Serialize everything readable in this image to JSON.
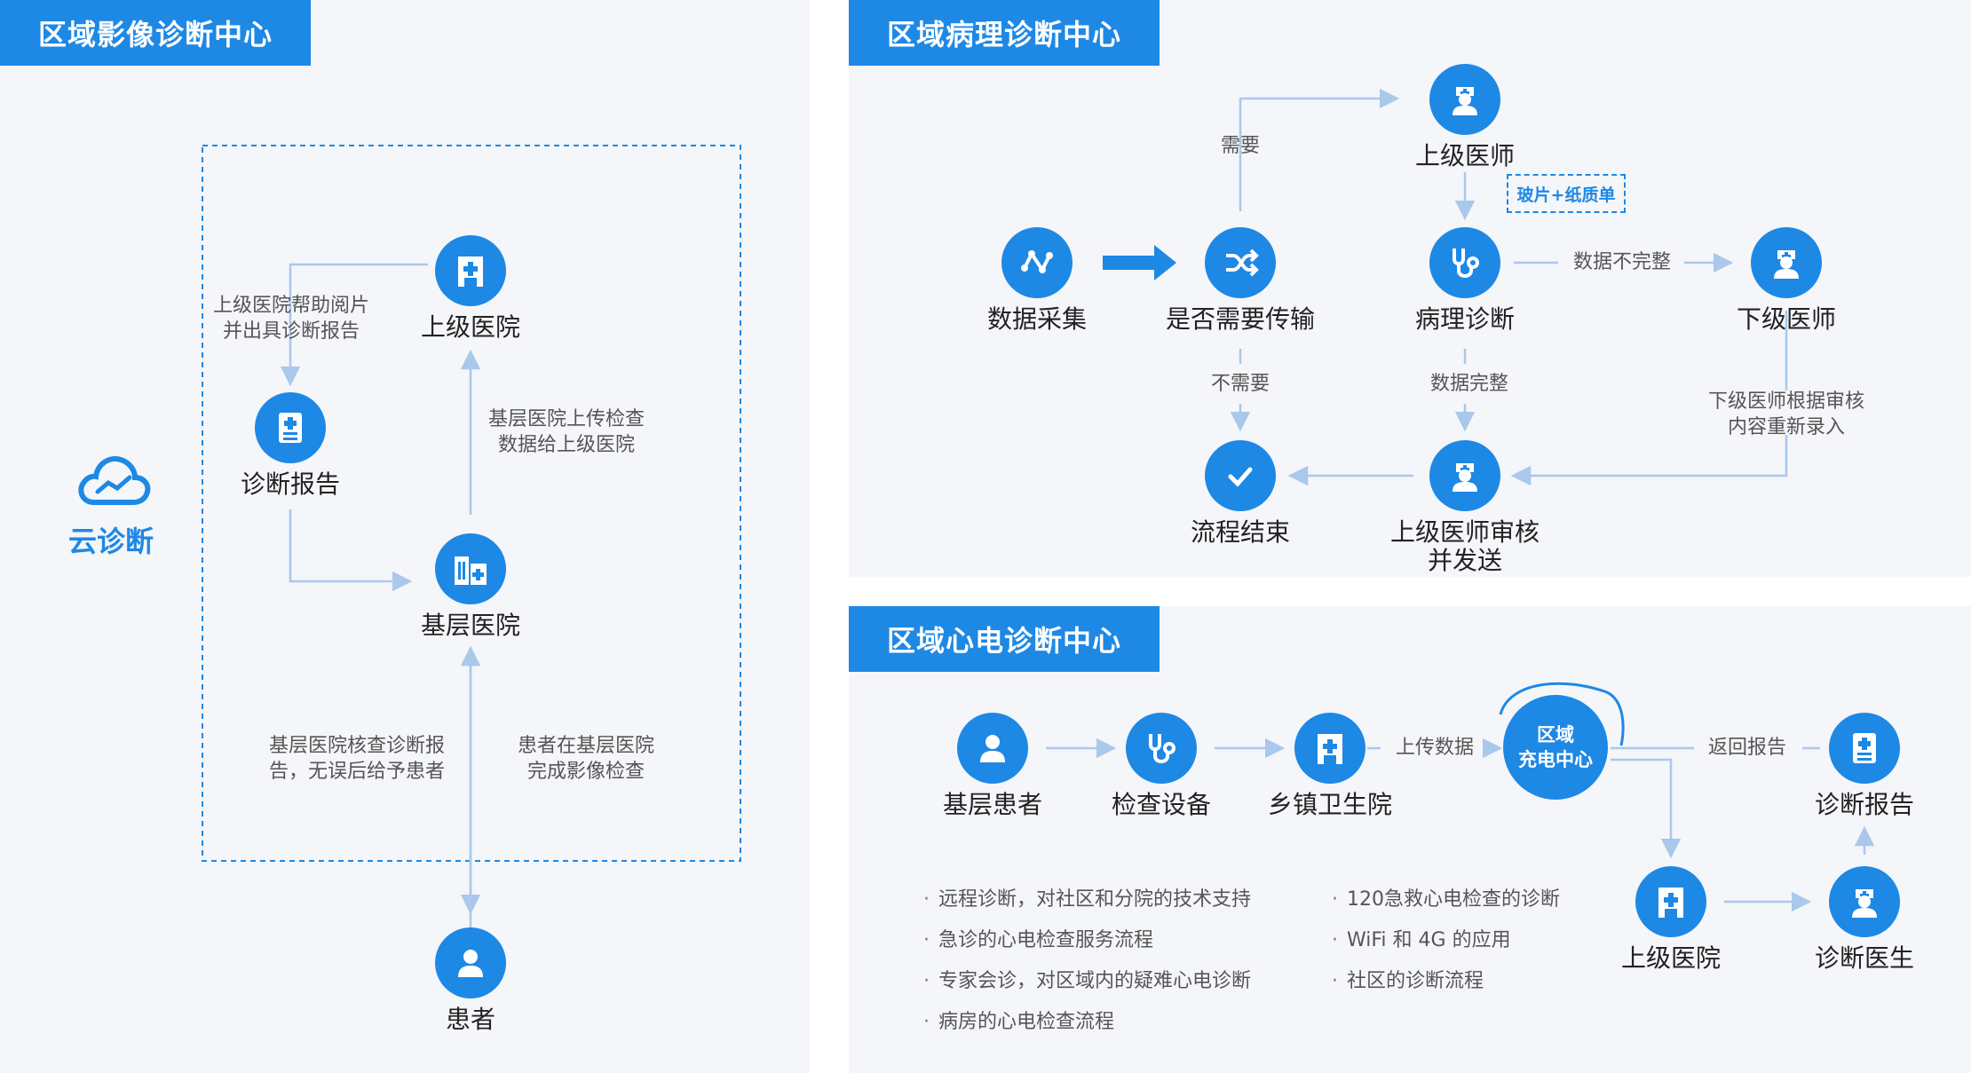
{
  "imaging": {
    "title": "区域影像诊断中心",
    "cloud_label": "云诊断",
    "nodes": {
      "upper_hospital": "上级医院",
      "diagnosis_report": "诊断报告",
      "base_hospital": "基层医院",
      "patient": "患者"
    },
    "notes": {
      "upper_help": "上级医院帮助阅片\n并出具诊断报告",
      "base_upload": "基层医院上传检查\n数据给上级医院",
      "base_check": "基层医院核查诊断报\n告，无误后给予患者",
      "patient_exam": "患者在基层医院\n完成影像检查"
    }
  },
  "pathology": {
    "title": "区域病理诊断中心",
    "nodes": {
      "data_collect": "数据采集",
      "need_transfer": "是否需要传输",
      "upper_doctor": "上级医师",
      "path_diag": "病理诊断",
      "lower_doctor": "下级医师",
      "process_end": "流程结束",
      "upper_review": "上级医师审核\n并发送"
    },
    "edges": {
      "need": "需要",
      "no_need": "不需要",
      "data_incomplete": "数据不完整",
      "data_complete": "数据完整",
      "lower_reenter": "下级医师根据审核\n内容重新录入"
    },
    "badge": "玻片+纸质单"
  },
  "ecg": {
    "title": "区域心电诊断中心",
    "nodes": {
      "base_patient": "基层患者",
      "check_device": "检查设备",
      "town_clinic": "乡镇卫生院",
      "diag_report": "诊断报告",
      "upper_hospital": "上级医院",
      "diag_doctor": "诊断医生"
    },
    "hub": {
      "line1": "区域",
      "line2": "充电中心"
    },
    "edges": {
      "upload": "上传数据",
      "return": "返回报告"
    },
    "bullets_left": [
      "远程诊断，对社区和分院的技术支持",
      "急诊的心电检查服务流程",
      "专家会诊，对区域内的疑难心电诊断",
      "病房的心电检查流程"
    ],
    "bullets_right": [
      "120急救心电检查的诊断",
      "WiFi 和 4G 的应用",
      "社区的诊断流程"
    ]
  },
  "colors": {
    "accent": "#1e88e5",
    "line": "#a9c8ec",
    "panel_bg": "#f4f6f9"
  }
}
